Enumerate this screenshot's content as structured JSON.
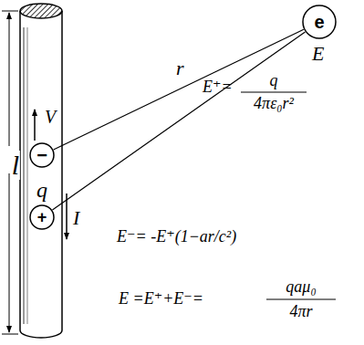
{
  "diagram": {
    "nodes": [
      {
        "text": [
          "−"
        ]
      },
      {
        "text": [
          "+"
        ]
      },
      {
        "text": [
          "e"
        ]
      }
    ],
    "edges": [
      {
        "from": 0,
        "to": 2,
        "arrow": "none"
      },
      {
        "from": 1,
        "to": 2,
        "arrow": "none"
      }
    ],
    "labels": [
      "l",
      "V",
      "q",
      "I",
      "E",
      "r",
      "E⁺=",
      "q",
      "4πε₀r²",
      "E⁻= -E⁺(1−ar/c²)",
      "E =E⁺+E⁻=",
      "qaμ₀",
      "4πr"
    ]
  }
}
